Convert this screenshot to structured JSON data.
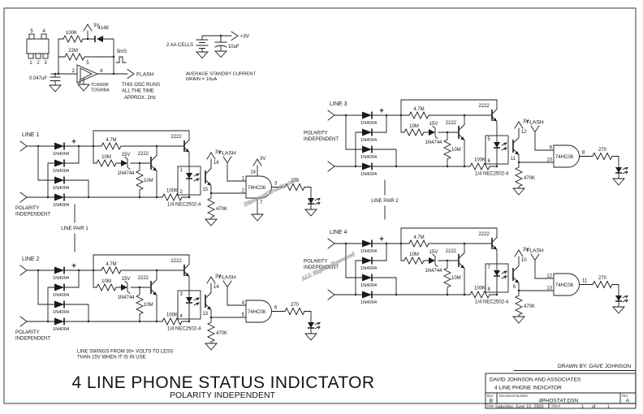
{
  "watermark": {
    "line1": "DiscoverCircuits.com",
    "line2": "ALL Rights Reserved"
  },
  "oscillator": {
    "pkg_pins": {
      "p5": "5",
      "p4": "4",
      "p1": "1",
      "p2": "2",
      "p3": "3"
    },
    "r_fb1": "100K",
    "d_fb": "4148",
    "r_fb2": "22M",
    "cap": "0.047uF",
    "vcc": "3V",
    "pulse_width": "5mS",
    "flash": "FLASH",
    "pin_in": "2",
    "pin_vdd": "5",
    "pin_out": "4",
    "pin_gnd": "3",
    "ic": "TC4S69F",
    "ic_brand": "TOSHIBA",
    "note1": "THIS OSC RUNS",
    "note2": "ALL THE TIME",
    "note3": "APPROX. 2Hz"
  },
  "power": {
    "cells": "2 AA CELLS",
    "rail": "+3V",
    "cap": "10uF",
    "note1": "AVERAGE STANDBY CURRENT",
    "note2": "DRAIN = 10uA"
  },
  "parts": {
    "diode": "1N4004",
    "plus": "+",
    "r_series": "4.7M",
    "r_base": "10M",
    "zener_v": "15V",
    "zener": "1N4744",
    "npn": "2222",
    "r_pull": "10M",
    "r_cur": "100K",
    "opto": "1/4 NEC2502-4",
    "r_low": "470K",
    "gate": "74HC08",
    "r_led": "270",
    "flash": "FLASH",
    "vcc": "3V",
    "pol1": "POLARITY",
    "pol2": "INDEPENDENT"
  },
  "channels": [
    {
      "name": "LINE 1",
      "pins": {
        "led_a": "1",
        "led_k": "2",
        "pt_c": "16",
        "pt_e": "15",
        "g_in1": "1",
        "g_in2": "2",
        "g_out": "3",
        "g_vcc": "14",
        "g_gnd": "7"
      }
    },
    {
      "name": "LINE 2",
      "pins": {
        "led_a": "3",
        "led_k": "4",
        "pt_c": "14",
        "pt_e": "13",
        "g_in1": "4",
        "g_in2": "5",
        "g_out": "6"
      }
    },
    {
      "name": "LINE 3",
      "pins": {
        "led_a": "5",
        "led_k": "6",
        "pt_c": "12",
        "pt_e": "11",
        "g_in1": "9",
        "g_in2": "10",
        "g_out": "8"
      }
    },
    {
      "name": "LINE 4",
      "pins": {
        "led_a": "7",
        "led_k": "8",
        "pt_c": "10",
        "pt_e": "9",
        "g_in1": "12",
        "g_in2": "13",
        "g_out": "11"
      }
    }
  ],
  "pairs": [
    {
      "label": "LINE PAIR 1"
    },
    {
      "label": "LINE PAIR 2"
    }
  ],
  "note": {
    "line1": "LINE SWINGS FROM 30+ VOLTS TO LESS",
    "line2": "THAN 15V WHEN IT IS IN USE"
  },
  "title": {
    "main": "4 LINE PHONE STATUS INDICTATOR",
    "sub": "POLARITY INDEPENDENT"
  },
  "titleblock": {
    "drawn_by": "DRAWN BY: DAVE JOHNSON",
    "company": "DAVID JOHNSON AND ASSOCIATES",
    "title": "4 LINE PHONE INDICATOR",
    "size_label": "Size",
    "size": "B",
    "doc_label": "Document Number",
    "doc": "4PHOSTAT.DSN",
    "rev_label": "Rev",
    "rev": "A",
    "date_label": "Date",
    "date": "Saturday, June 10, 2000",
    "sheet_label": "Sheet",
    "sheet": "1",
    "of": "of",
    "total": "1"
  }
}
